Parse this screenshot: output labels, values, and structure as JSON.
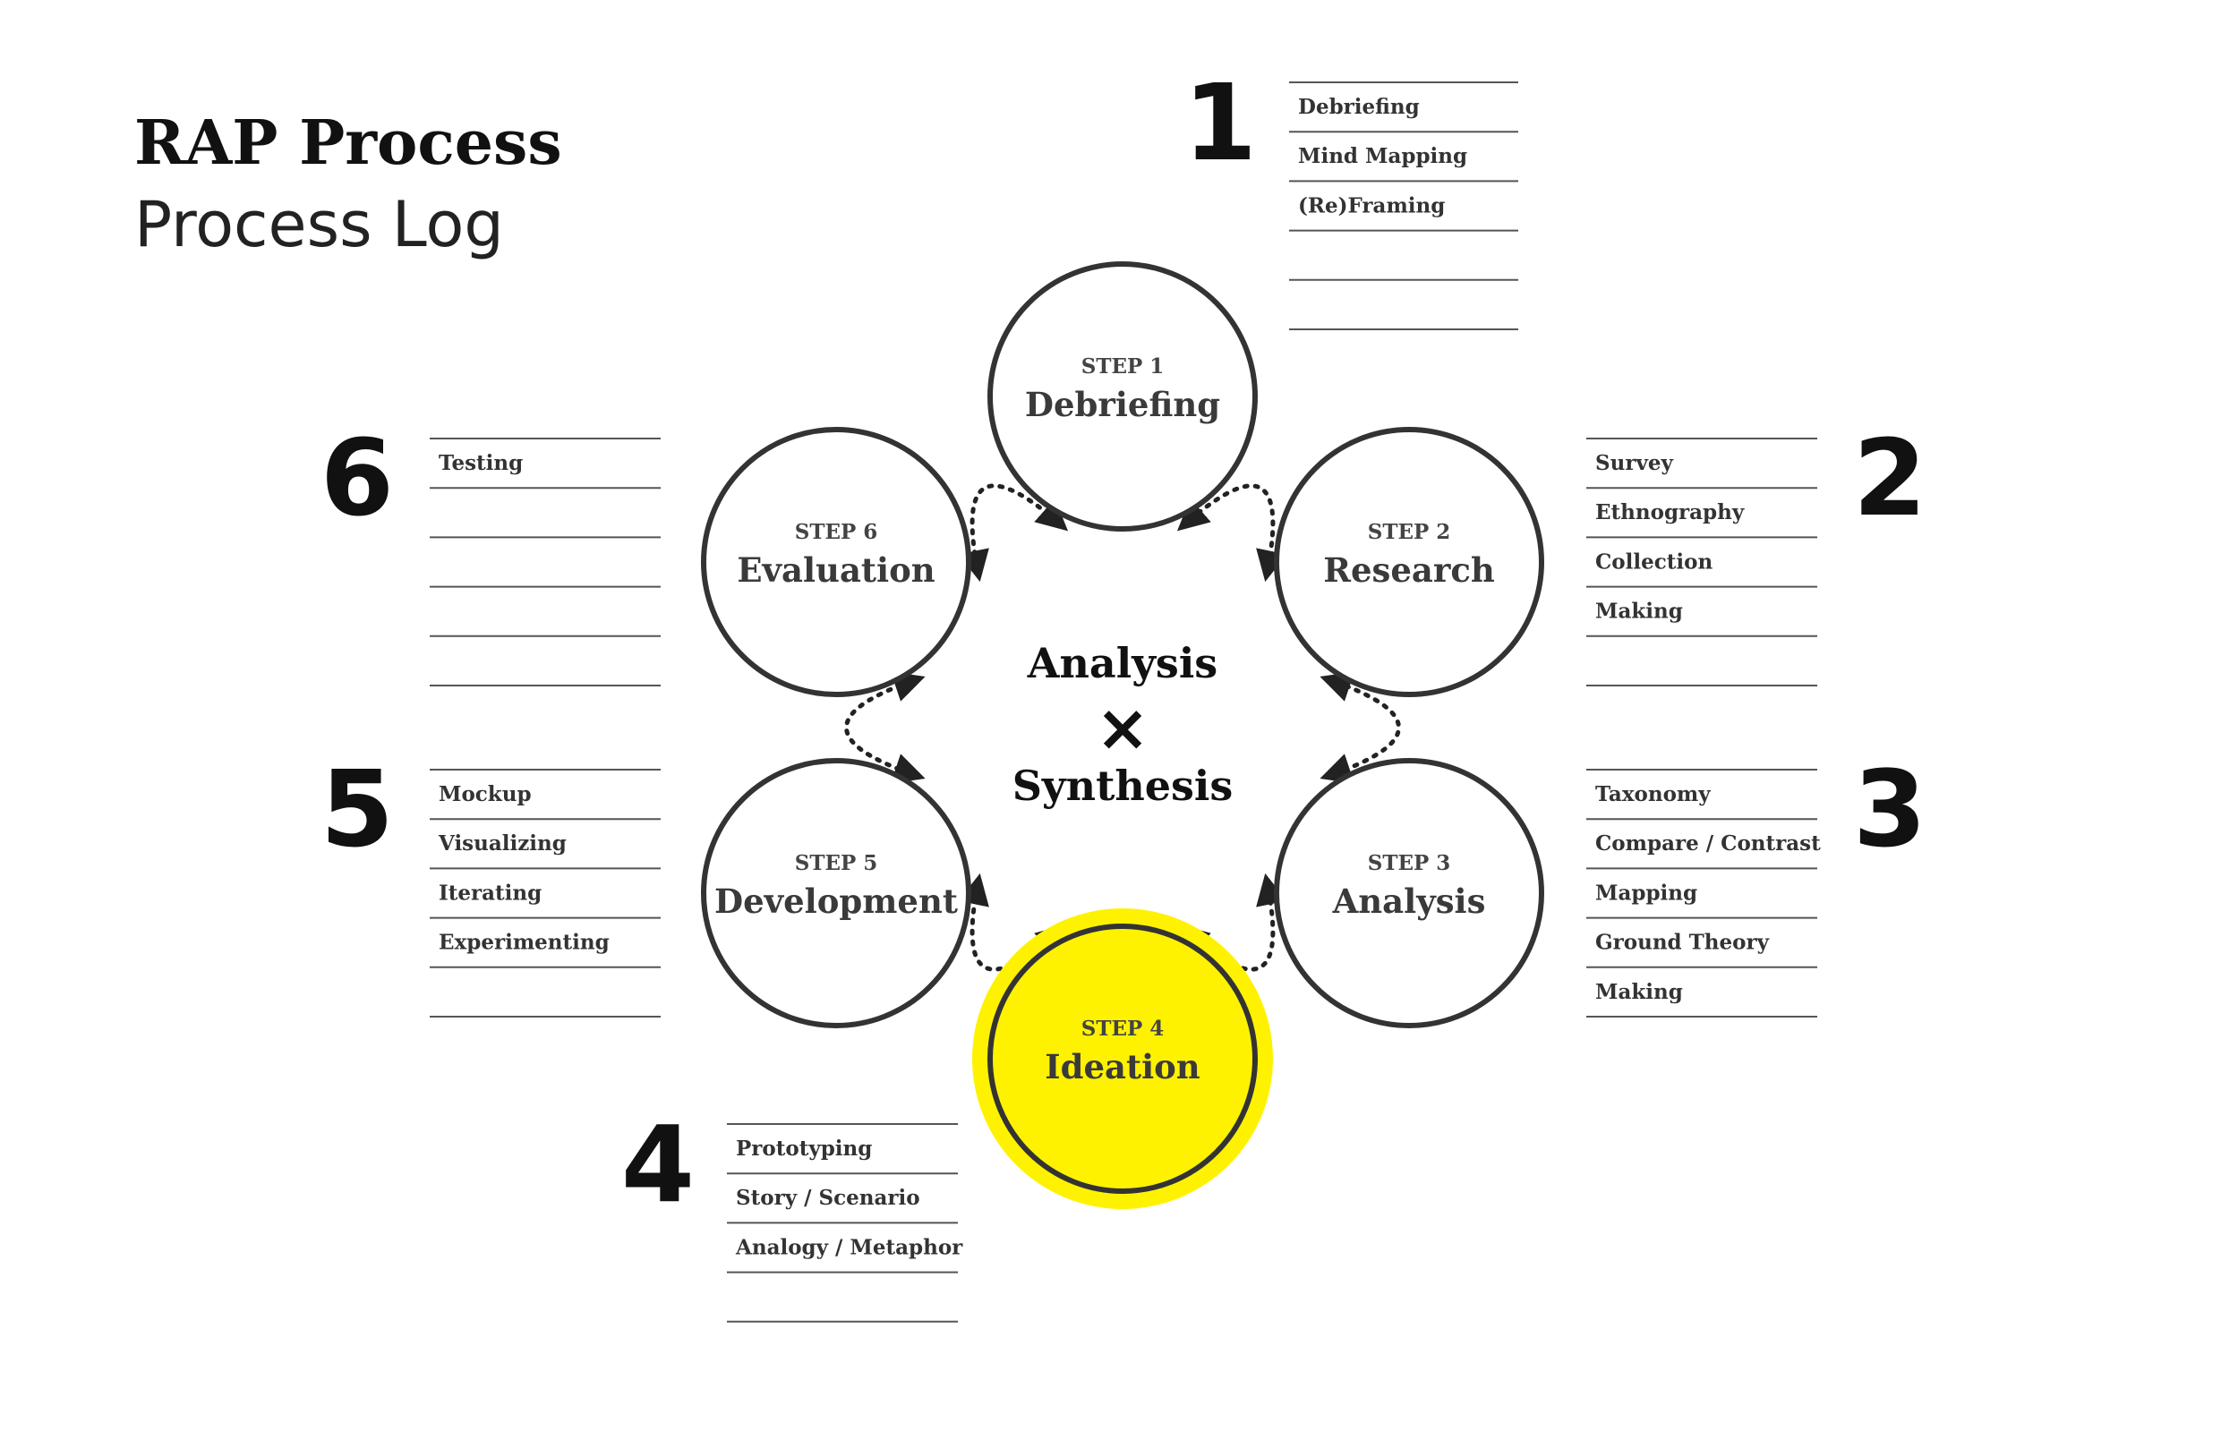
{
  "title": "RAP Process",
  "subtitle": "Process Log",
  "center": {
    "top": "Analysis",
    "symbol": "×",
    "bottom": "Synthesis"
  },
  "highlight_color": "#FFF200",
  "steps": [
    {
      "label": "STEP 1",
      "name": "Debriefing",
      "number": "1",
      "highlighted": false,
      "items": [
        "Debriefing",
        "Mind Mapping",
        "(Re)Framing",
        "",
        ""
      ]
    },
    {
      "label": "STEP 2",
      "name": "Research",
      "number": "2",
      "highlighted": false,
      "items": [
        "Survey",
        "Ethnography",
        "Collection",
        "Making",
        ""
      ]
    },
    {
      "label": "STEP 3",
      "name": "Analysis",
      "number": "3",
      "highlighted": false,
      "items": [
        "Taxonomy",
        "Compare / Contrast",
        "Mapping",
        "Ground Theory",
        "Making"
      ]
    },
    {
      "label": "STEP 4",
      "name": "Ideation",
      "number": "4",
      "highlighted": true,
      "items": [
        "Prototyping",
        "Story / Scenario",
        "Analogy / Metaphor",
        ""
      ]
    },
    {
      "label": "STEP 5",
      "name": "Development",
      "number": "5",
      "highlighted": false,
      "items": [
        "Mockup",
        "Visualizing",
        "Iterating",
        "Experimenting",
        ""
      ]
    },
    {
      "label": "STEP 6",
      "name": "Evaluation",
      "number": "6",
      "highlighted": false,
      "items": [
        "Testing",
        "",
        "",
        "",
        ""
      ]
    }
  ]
}
